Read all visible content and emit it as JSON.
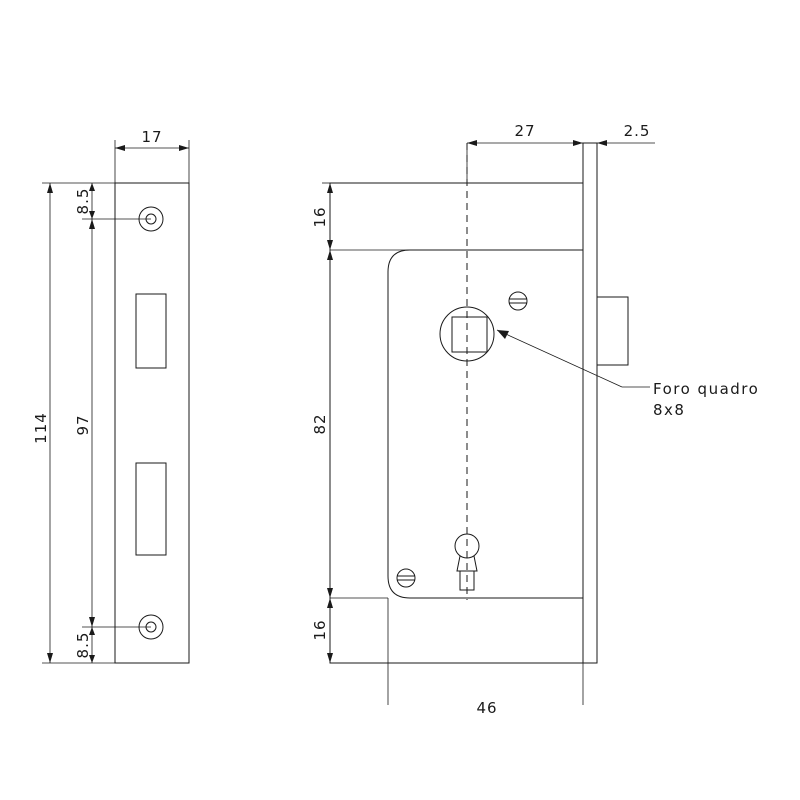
{
  "dimensions": {
    "faceplate_width": "17",
    "overall_height": "114",
    "hole_spacing": "97",
    "hole_offset_top": "8.5",
    "hole_offset_bottom": "8.5",
    "case_width_to_spindle": "27",
    "faceplate_thickness": "2.5",
    "top_margin": "16",
    "body_height": "82",
    "bottom_margin": "16",
    "body_depth": "46"
  },
  "callout": {
    "line1": "Foro quadro",
    "line2": "8x8"
  }
}
